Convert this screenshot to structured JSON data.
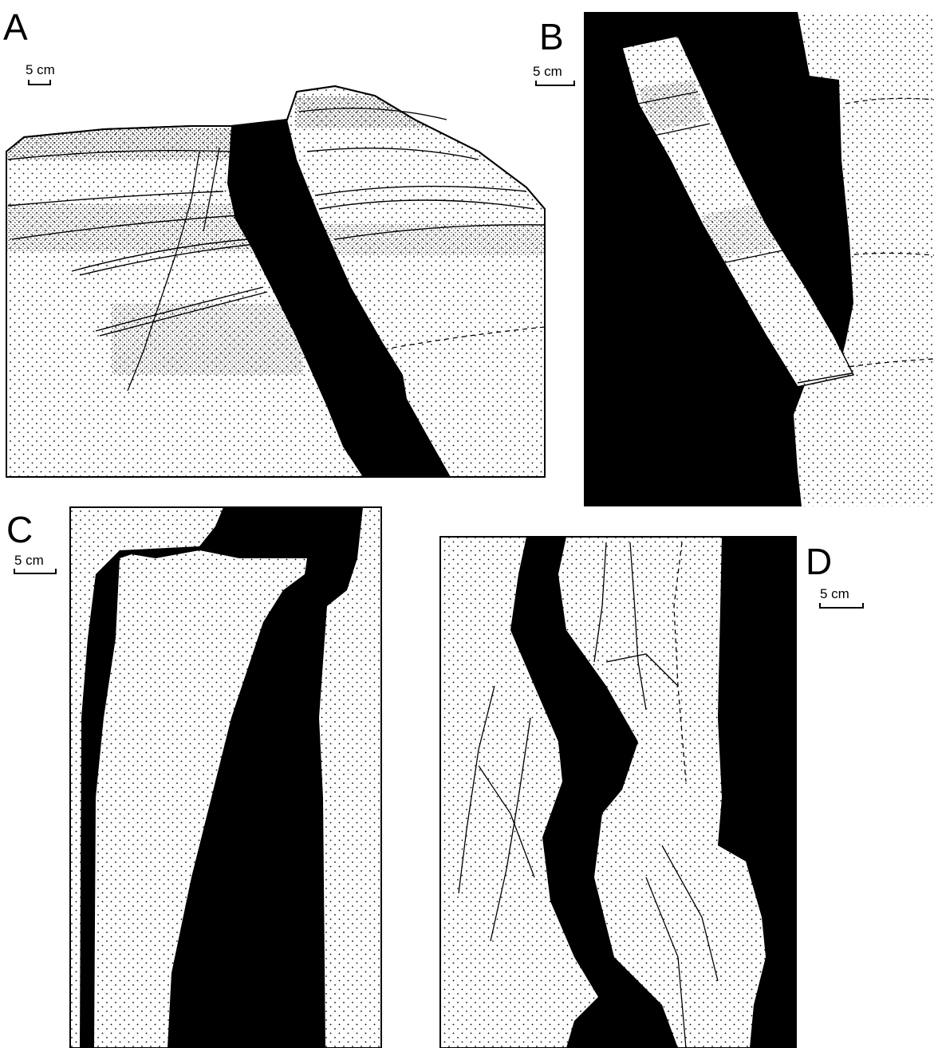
{
  "panels": [
    {
      "id": "A",
      "letter": "A",
      "scale_label": "5 cm"
    },
    {
      "id": "B",
      "letter": "B",
      "scale_label": "5 cm"
    },
    {
      "id": "C",
      "letter": "C",
      "scale_label": "5 cm"
    },
    {
      "id": "D",
      "letter": "D",
      "scale_label": "5 cm"
    }
  ],
  "colors": {
    "dike": "#000000",
    "host_rock": "#ffffff",
    "stipple": "#000000"
  }
}
